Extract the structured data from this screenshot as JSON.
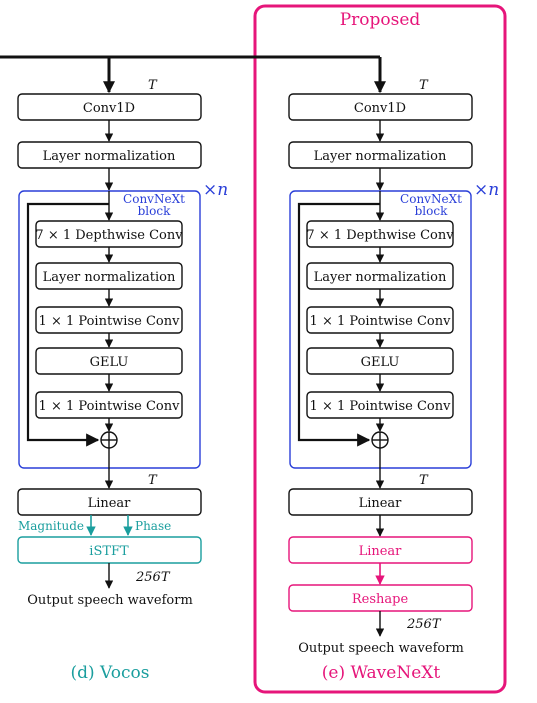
{
  "colors": {
    "black": "#111111",
    "blue": "#2a3fd8",
    "teal": "#1a9e9e",
    "magenta": "#e6157a"
  },
  "proposed_label": "Proposed",
  "vocos": {
    "t_top": "T",
    "conv1d": "Conv1D",
    "layer_norm": "Layer normalization",
    "block_label_1": "ConvNeXt",
    "block_label_2": "block",
    "times_n": "×n",
    "block_items": [
      "7 × 1 Depthwise Conv",
      "Layer normalization",
      "1 × 1 Pointwise Conv",
      "GELU",
      "1 × 1 Pointwise Conv"
    ],
    "t_mid": "T",
    "linear": "Linear",
    "magnitude": "Magnitude",
    "phase": "Phase",
    "istft": "iSTFT",
    "out_len": "256T",
    "output": "Output speech waveform",
    "caption": "(d) Vocos"
  },
  "wavenext": {
    "t_top": "T",
    "conv1d": "Conv1D",
    "layer_norm": "Layer normalization",
    "block_label_1": "ConvNeXt",
    "block_label_2": "block",
    "times_n": "×n",
    "block_items": [
      "7 × 1 Depthwise Conv",
      "Layer normalization",
      "1 × 1 Pointwise Conv",
      "GELU",
      "1 × 1 Pointwise Conv"
    ],
    "t_mid": "T",
    "linear": "Linear",
    "linear2": "Linear",
    "reshape": "Reshape",
    "out_len": "256T",
    "output": "Output speech waveform",
    "caption": "(e) WaveNeXt"
  }
}
